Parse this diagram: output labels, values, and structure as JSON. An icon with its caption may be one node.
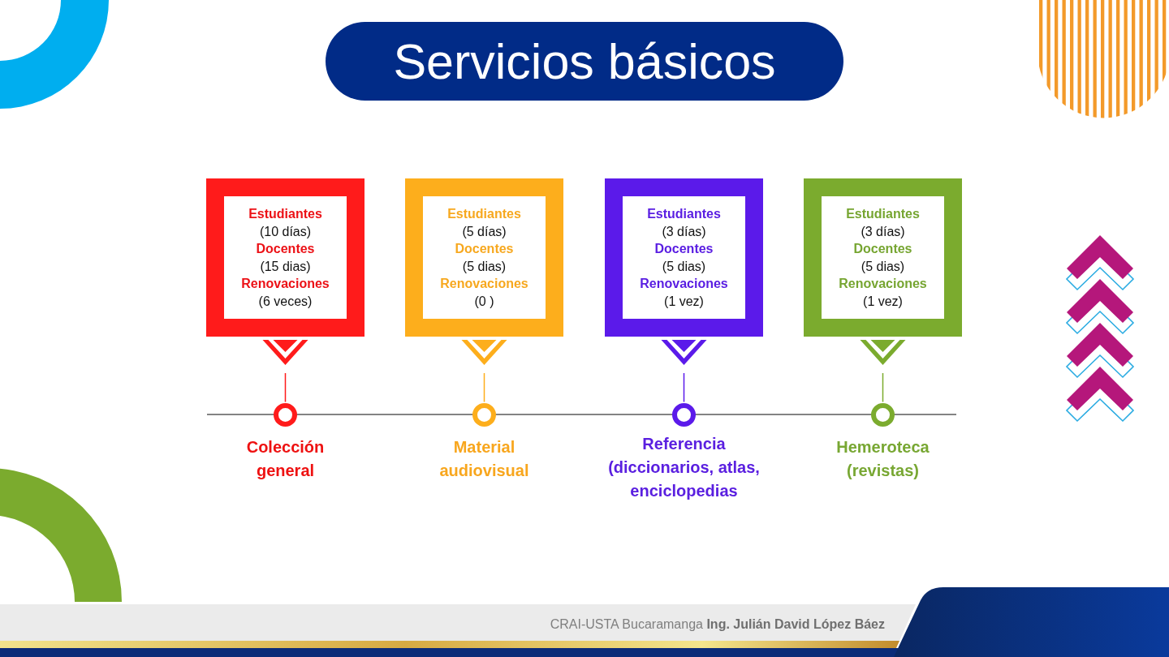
{
  "diagram": {
    "title": "Servicios básicos",
    "nodes": [
      {
        "text": [
          "Estudiantes",
          "(10 días)",
          "Docentes",
          "(15 dias)",
          "Renovaciones",
          "(6 veces)"
        ]
      },
      {
        "text": [
          "Estudiantes",
          "(5 días)",
          "Docentes",
          "(5 dias)",
          "Renovaciones",
          "(0 )"
        ]
      },
      {
        "text": [
          "Estudiantes",
          "(3 días)",
          "Docentes",
          "(5 dias)",
          "Renovaciones",
          "(1 vez)"
        ]
      },
      {
        "text": [
          "Estudiantes",
          "(3 días)",
          "Docentes",
          "(5 dias)",
          "Renovaciones",
          "(1 vez)"
        ]
      },
      {
        "text": [],
        "shape": "circle",
        "beside": [
          "Colección general"
        ]
      },
      {
        "text": [],
        "shape": "circle",
        "beside": [
          "Material audiovisual"
        ]
      },
      {
        "text": [],
        "shape": "circle",
        "beside": [
          "Referencia (diccionarios, atlas, enciclopedias"
        ]
      },
      {
        "text": [],
        "shape": "circle",
        "beside": [
          "Hemeroteca (revistas)"
        ]
      }
    ],
    "edges": [
      {
        "from": 0,
        "to": 4,
        "arrow": "to",
        "color": "#ff1b1b"
      },
      {
        "from": 1,
        "to": 5,
        "arrow": "to",
        "color": "#fdae1c"
      },
      {
        "from": 2,
        "to": 6,
        "arrow": "to",
        "color": "#5b1aea"
      },
      {
        "from": 3,
        "to": 7,
        "arrow": "to",
        "color": "#7bab2e"
      }
    ],
    "labels": [
      "CRAI-USTA Bucaramanga **Ing. Julián David López Báez**"
    ]
  }
}
